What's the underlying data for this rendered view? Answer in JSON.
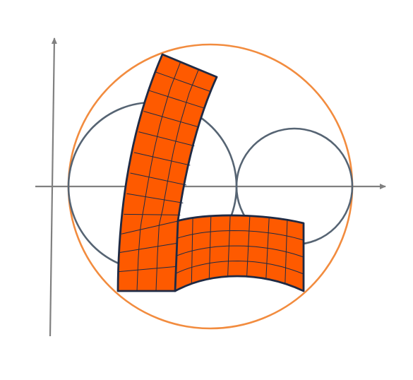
{
  "diagram": {
    "colors": {
      "background": "#ffffff",
      "axis": "#808080",
      "outer_circle": "#f28c3f",
      "inner_circles": "#566473",
      "shape_fill": "#fe5a00",
      "shape_outline": "#1f2a44",
      "grid_lines": "#1f2a44"
    },
    "elements": [
      "horizontal-axis",
      "vertical-axis",
      "outer-circle",
      "left-inner-circle",
      "right-inner-circle",
      "l-shape-vertical-bar",
      "l-shape-horizontal-bar"
    ]
  }
}
